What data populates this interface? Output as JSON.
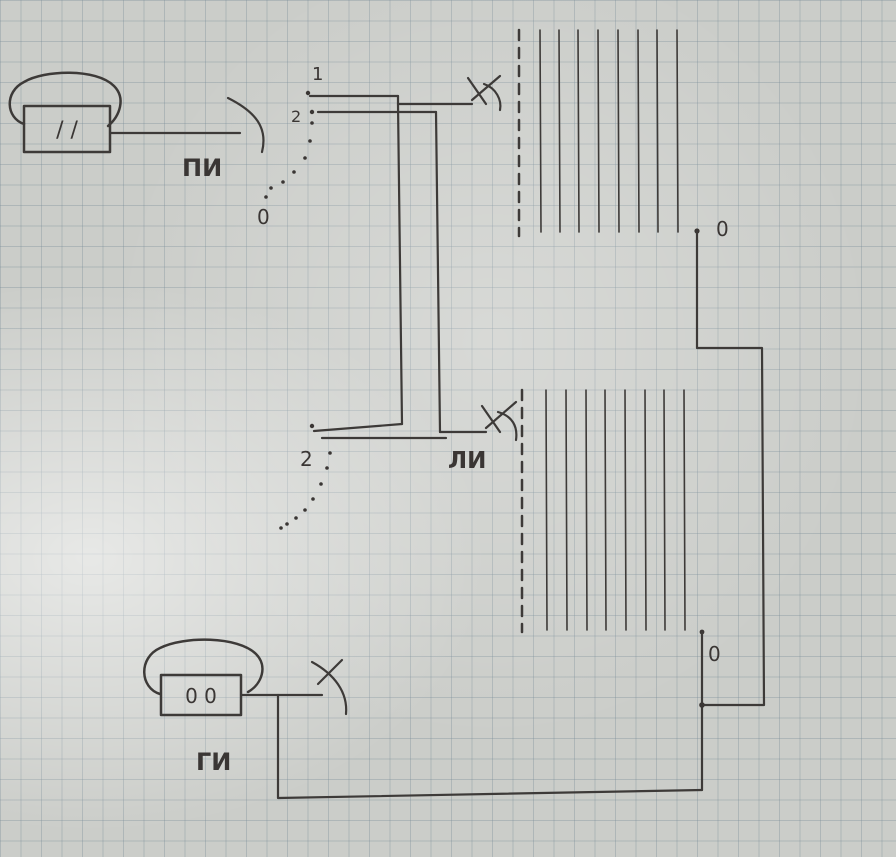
{
  "labels": {
    "pi": "ПИ",
    "li": "ЛИ",
    "gi": "ГИ",
    "pos_1": "1",
    "pos_2_top": "2",
    "pos_0_top": "0",
    "pos_2_mid": "2",
    "out_0_top": "0",
    "out_0_bottom": "0"
  },
  "devices": {
    "pi_inner": "/ /",
    "gi_inner": "0 0"
  },
  "colors": {
    "ink": "#3d3a38",
    "paper": "#cbcdc9",
    "grid": "#7a8c96"
  }
}
